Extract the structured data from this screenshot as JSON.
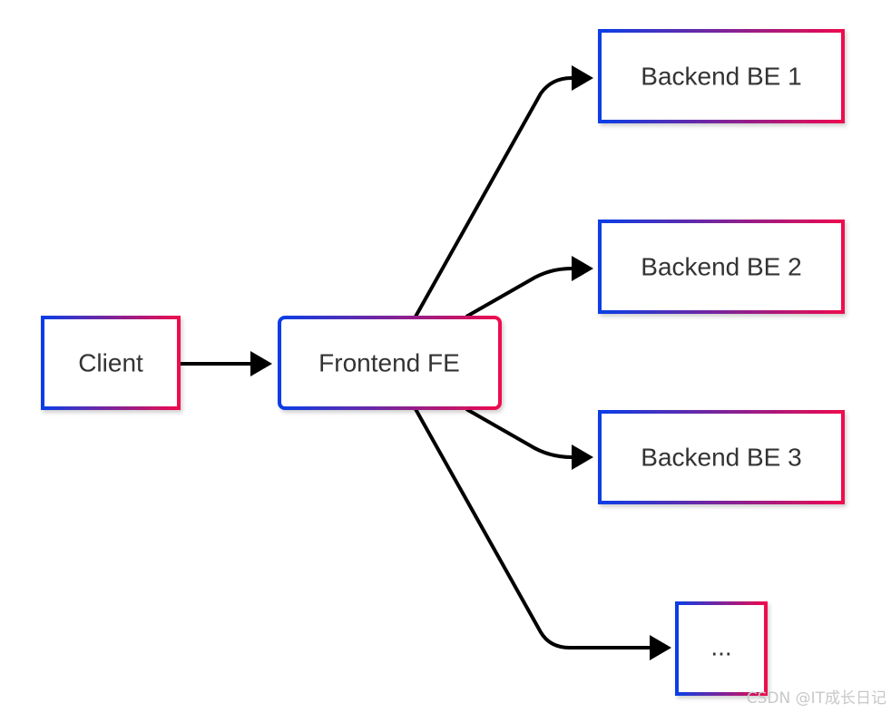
{
  "colors": {
    "gradient_start": "#0a3ee6",
    "gradient_end": "#ee0a4e",
    "edge": "#000000",
    "label": "#333333",
    "watermark": "#c8c8c8"
  },
  "nodes": {
    "client": "Client",
    "frontend": "Frontend FE",
    "backend1": "Backend BE 1",
    "backend2": "Backend BE 2",
    "backend3": "Backend BE 3",
    "more": "..."
  },
  "watermark": "CSDN @IT成长日记"
}
